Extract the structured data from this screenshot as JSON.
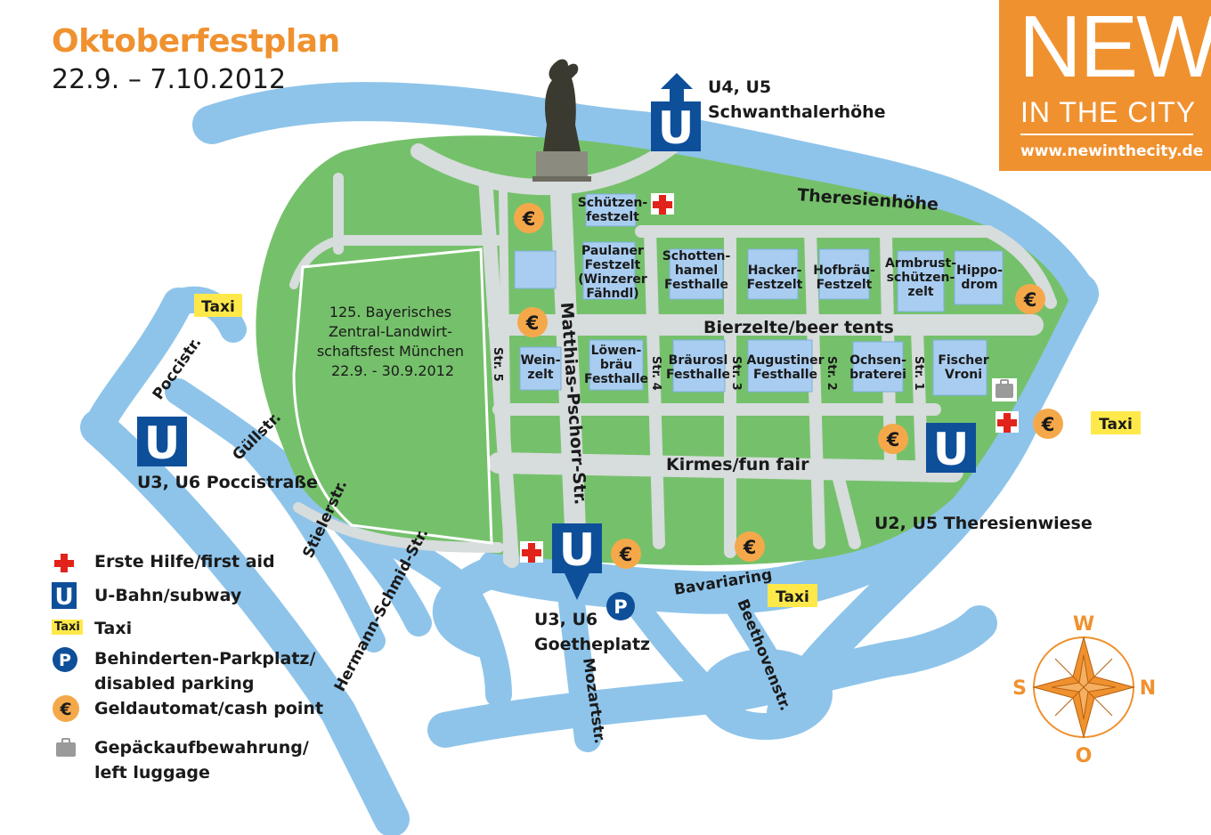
{
  "title": "Oktoberfestplan",
  "dates": "22.9. – 7.10.2012",
  "brand": {
    "line1": "NEW",
    "line2": "IN THE CITY",
    "url": "www.newinthecity.de"
  },
  "colors": {
    "water": "#8ec4ea",
    "grass": "#75c16b",
    "path": "#d7dcdc",
    "accent": "#f0912f",
    "subway": "#0e4f9a",
    "taxi": "#ffe94a",
    "tent": "#a9cdf0",
    "firstaid": "#e2231a"
  },
  "streets": {
    "theresienhoehe": "Theresienhöhe",
    "bierzelte": "Bierzelte/beer tents",
    "kirmes": "Kirmes/fun fair",
    "matthias": "Matthias-Pschorr-Str.",
    "str1": "Str. 1",
    "str2": "Str. 2",
    "str3": "Str. 3",
    "str4": "Str. 4",
    "str5": "Str. 5",
    "poccistr": "Poccistr.",
    "guellstr": "Güllstr.",
    "stielerstr": "Stielerstr.",
    "hermann": "Hermann-Schmid-Str.",
    "mozartstr": "Mozartstr.",
    "beethovenstr": "Beethovenstr.",
    "bavariaring": "Bavariaring"
  },
  "stations": {
    "schwanthaler": {
      "line1": "U4, U5",
      "line2": "Schwanthalerhöhe"
    },
    "poccistrasse": "U3, U6 Poccistraße",
    "theresienwiese": "U2, U5 Theresienwiese",
    "goetheplatz": {
      "line1": "U3, U6",
      "line2": "Goetheplatz"
    }
  },
  "subway_letter": "U",
  "parking_letter": "P",
  "cash_symbol": "€",
  "taxi": "Taxi",
  "landwirt": [
    "125. Bayerisches",
    "Zentral-Landwirt-",
    "schaftsfest München",
    "22.9. - 30.9.2012"
  ],
  "tents_top": [
    {
      "lines": [
        "Schützen-",
        "festzelt"
      ]
    },
    {
      "lines": [
        "Paulaner",
        "Festzelt",
        "(Winzerer",
        "Fähndl)"
      ]
    },
    {
      "lines": [
        "Schotten-",
        "hamel",
        "Festhalle"
      ]
    },
    {
      "lines": [
        "Hacker-",
        "Festzelt"
      ]
    },
    {
      "lines": [
        "Hofbräu-",
        "Festzelt"
      ]
    },
    {
      "lines": [
        "Armbrust-",
        "schützen-",
        "zelt"
      ]
    },
    {
      "lines": [
        "Hippo-",
        "drom"
      ]
    }
  ],
  "tents_bottom": [
    {
      "lines": [
        "Wein-",
        "zelt"
      ]
    },
    {
      "lines": [
        "Löwen-",
        "bräu",
        "Festhalle"
      ]
    },
    {
      "lines": [
        "Bräurosl",
        "Festhalle"
      ]
    },
    {
      "lines": [
        "Augustiner",
        "Festhalle"
      ]
    },
    {
      "lines": [
        "Ochsen-",
        "braterei"
      ]
    },
    {
      "lines": [
        "Fischer",
        "Vroni"
      ]
    }
  ],
  "legend": [
    {
      "icon": "first-aid-icon",
      "label": "Erste Hilfe/first aid"
    },
    {
      "icon": "subway-icon",
      "label": "U-Bahn/subway"
    },
    {
      "icon": "taxi-icon",
      "label": "Taxi"
    },
    {
      "icon": "parking-icon",
      "label": "Behinderten-Parkplatz/",
      "label2": "disabled parking"
    },
    {
      "icon": "cash-icon",
      "label": "Geldautomat/cash point"
    },
    {
      "icon": "luggage-icon",
      "label": "Gepäckaufbewahrung/",
      "label2": "left luggage"
    }
  ],
  "compass": {
    "w": "W",
    "s": "S",
    "n": "N",
    "o": "O"
  }
}
